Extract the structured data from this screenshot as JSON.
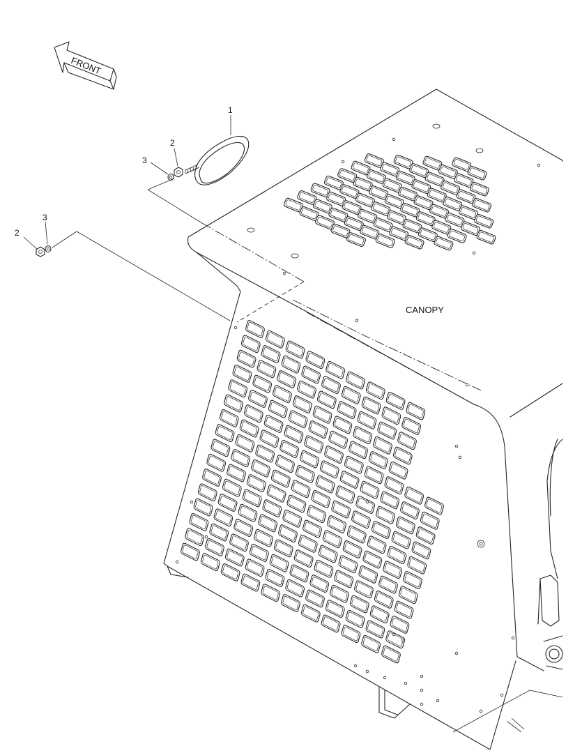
{
  "diagram": {
    "direction_label": "FRONT",
    "assembly_label": "CANOPY",
    "callouts": {
      "light_item": "1",
      "nut_upper": "2",
      "washer_upper": "3",
      "nut_lower": "2",
      "washer_lower": "3"
    }
  }
}
